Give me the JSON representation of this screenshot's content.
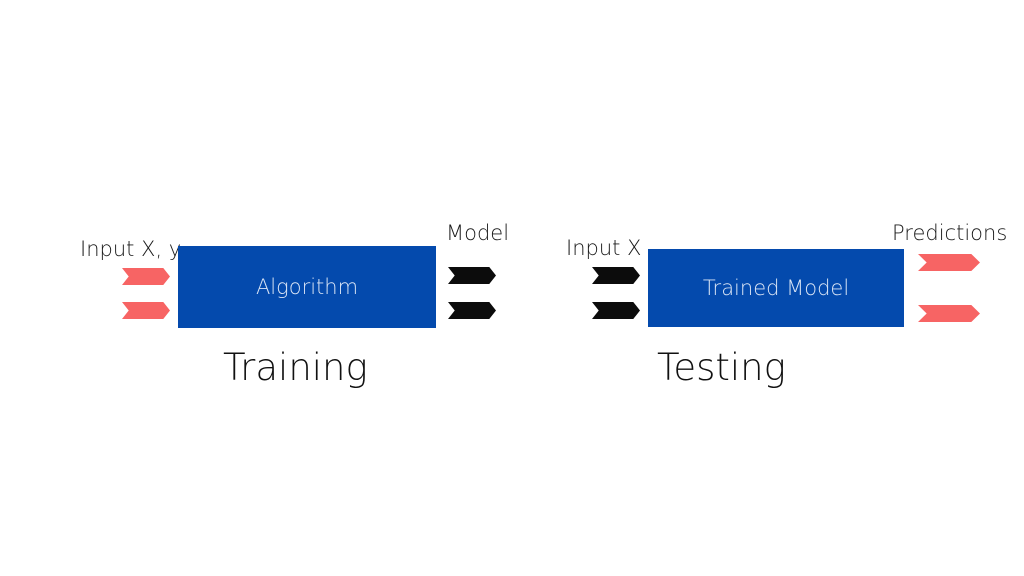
{
  "training": {
    "input_label": "Input X, y",
    "box_label": "Algorithm",
    "output_label": "Model",
    "stage_title": "Training"
  },
  "testing": {
    "input_label": "Input X",
    "box_label": "Trained Model",
    "output_label": "Predictions",
    "stage_title": "Testing"
  },
  "colors": {
    "box_fill": "#044aad",
    "data_arrow": "#f76464",
    "model_arrow": "#0c0c0c"
  }
}
